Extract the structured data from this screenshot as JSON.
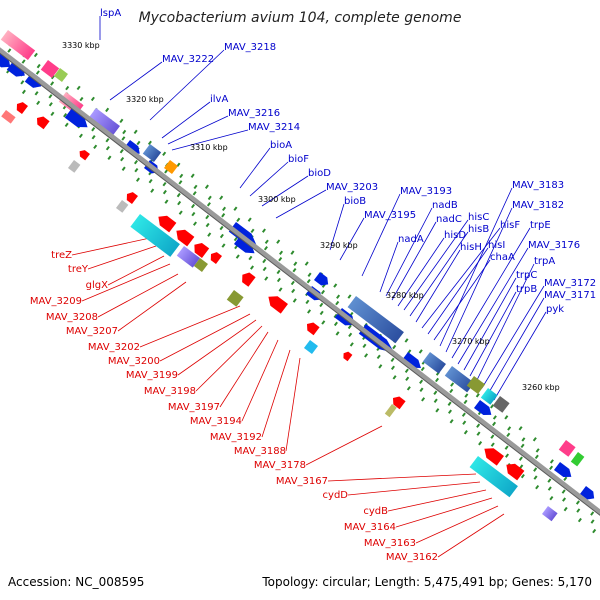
{
  "title": "Mycobacterium avium 104, complete genome",
  "footer": {
    "accession": "Accession: NC_008595",
    "summary": "Topology: circular; Length: 5,475,491 bp; Genes: 5,170"
  },
  "colors": {
    "forward_label": "#0000cc",
    "reverse_label": "#dd0000",
    "backbone": "#888888",
    "forward_arrow": "#0022dd",
    "reverse_arrow": "#ff0000",
    "tick_mark": "#2e8b2e"
  },
  "scale_ticks": [
    "3330 kbp",
    "3320 kbp",
    "3310 kbp",
    "3300 kbp",
    "3290 kbp",
    "3280 kbp",
    "3270 kbp",
    "3260 kbp"
  ],
  "forward_genes": [
    "lspA",
    "MAV_3222",
    "MAV_3218",
    "ilvA",
    "MAV_3216",
    "MAV_3214",
    "bioA",
    "bioF",
    "bioD",
    "MAV_3203",
    "bioB",
    "MAV_3195",
    "MAV_3193",
    "nadA",
    "nadB",
    "nadC",
    "hisD",
    "hisC",
    "hisB",
    "hisH",
    "hisF",
    "hisI",
    "chaA",
    "MAV_3183",
    "MAV_3182",
    "trpE",
    "MAV_3176",
    "trpC",
    "trpB",
    "trpA",
    "MAV_3172",
    "MAV_3171",
    "pyk"
  ],
  "reverse_genes": [
    "treZ",
    "treY",
    "glgX",
    "MAV_3209",
    "MAV_3208",
    "MAV_3207",
    "MAV_3202",
    "MAV_3200",
    "MAV_3199",
    "MAV_3198",
    "MAV_3197",
    "MAV_3194",
    "MAV_3192",
    "MAV_3188",
    "MAV_3178",
    "MAV_3167",
    "cydD",
    "cydB",
    "MAV_3164",
    "MAV_3163",
    "MAV_3162"
  ]
}
